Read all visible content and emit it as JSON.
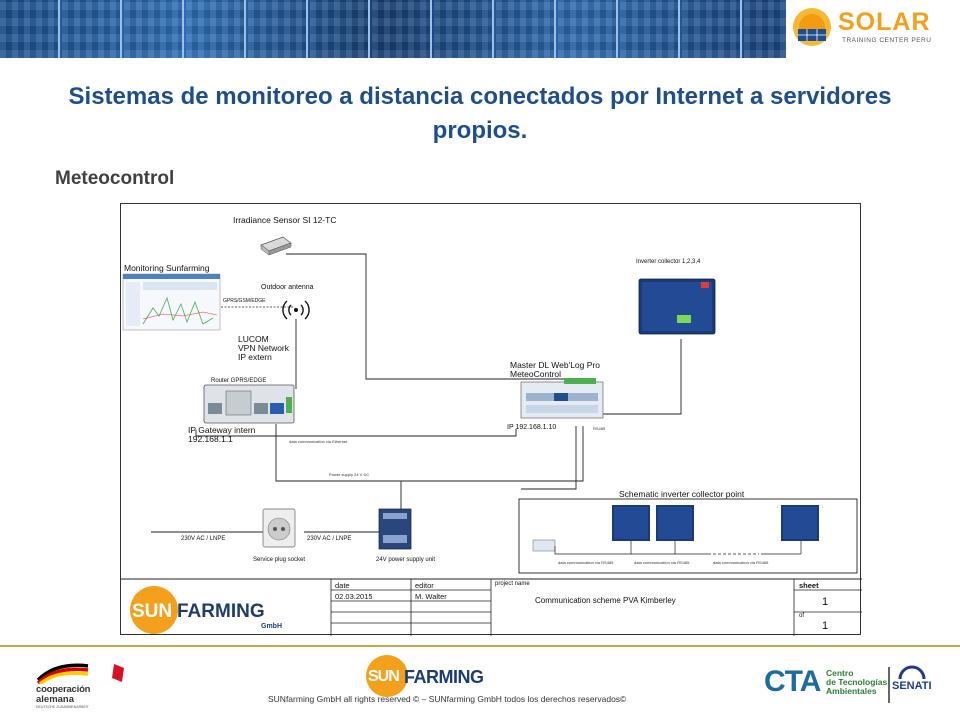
{
  "header": {
    "brand_name": "SOLAR",
    "brand_sub": "TRAINING CENTER PERU",
    "title": "Sistemas de monitoreo a distancia conectados por Internet a servidores propios.",
    "subtitle": "Meteocontrol"
  },
  "diagram": {
    "irradiance_sensor": "Irradiance Sensor SI 12-TC",
    "monitoring": "Monitoring Sunfarming",
    "outdoor_antenna": "Outdoor antenna",
    "gprs": "GPRS/GSM/EDGE",
    "lucom_1": "LUCOM",
    "lucom_2": "VPN Network",
    "lucom_3": "IP extern",
    "router": "Router GPRS/EDGE",
    "ip_gateway_1": "IP Gateway intern",
    "ip_gateway_2": "192.168.1.1",
    "data_ethernet": "data communication via Ethernet",
    "inverter_collector": "Inverter collector 1,2,3,4",
    "master_dl_1": "Master DL Web'Log Pro",
    "master_dl_2": "MeteoControl",
    "master_ip": "IP 192.168.1.10",
    "rs485": "RS485",
    "power_supply_24": "Power supply 24 V DC",
    "schematic": "Schematic inverter collector point",
    "ac_left": "230V AC / LNPE",
    "ac_right": "230V AC / LNPE",
    "plug_socket": "Service plug socket",
    "power_unit": "24V power supply unit",
    "rs485_comm_1": "data communication via RS485",
    "rs485_comm_2": "data communication via RS485",
    "rs485_comm_3": "data communication via RS485"
  },
  "title_block": {
    "logo_sun": "SUN",
    "logo_farming": "FARMING",
    "logo_gmbh": "GmbH",
    "date_label": "date",
    "date_value": "02.03.2015",
    "editor_label": "editor",
    "editor_value": "M. Walter",
    "project_label": "project name",
    "project_value": "Communication scheme PVA Kimberley",
    "sheet_label": "sheet",
    "sheet_value": "1",
    "of_label": "of",
    "of_value": "1"
  },
  "footer": {
    "coop_1": "cooperación",
    "coop_2": "alemana",
    "coop_3": "DEUTSCHE ZUSAMMENARBEIT",
    "sunfarming_sun": "SUN",
    "sunfarming_farming": "FARMING",
    "copyright": "SUNfarming GmbH all rights reserved © – SUNfarming GmbH todos los derechos reservados©",
    "cta": "CTA",
    "cta_sub_1": "Centro",
    "cta_sub_2": "de Tecnologías",
    "cta_sub_3": "Ambientales",
    "senati": "SENATI"
  },
  "colors": {
    "title_blue": "#1f4e8c",
    "solar_orange": "#f3a01d",
    "inverter_blue": "#1a3a7a"
  }
}
